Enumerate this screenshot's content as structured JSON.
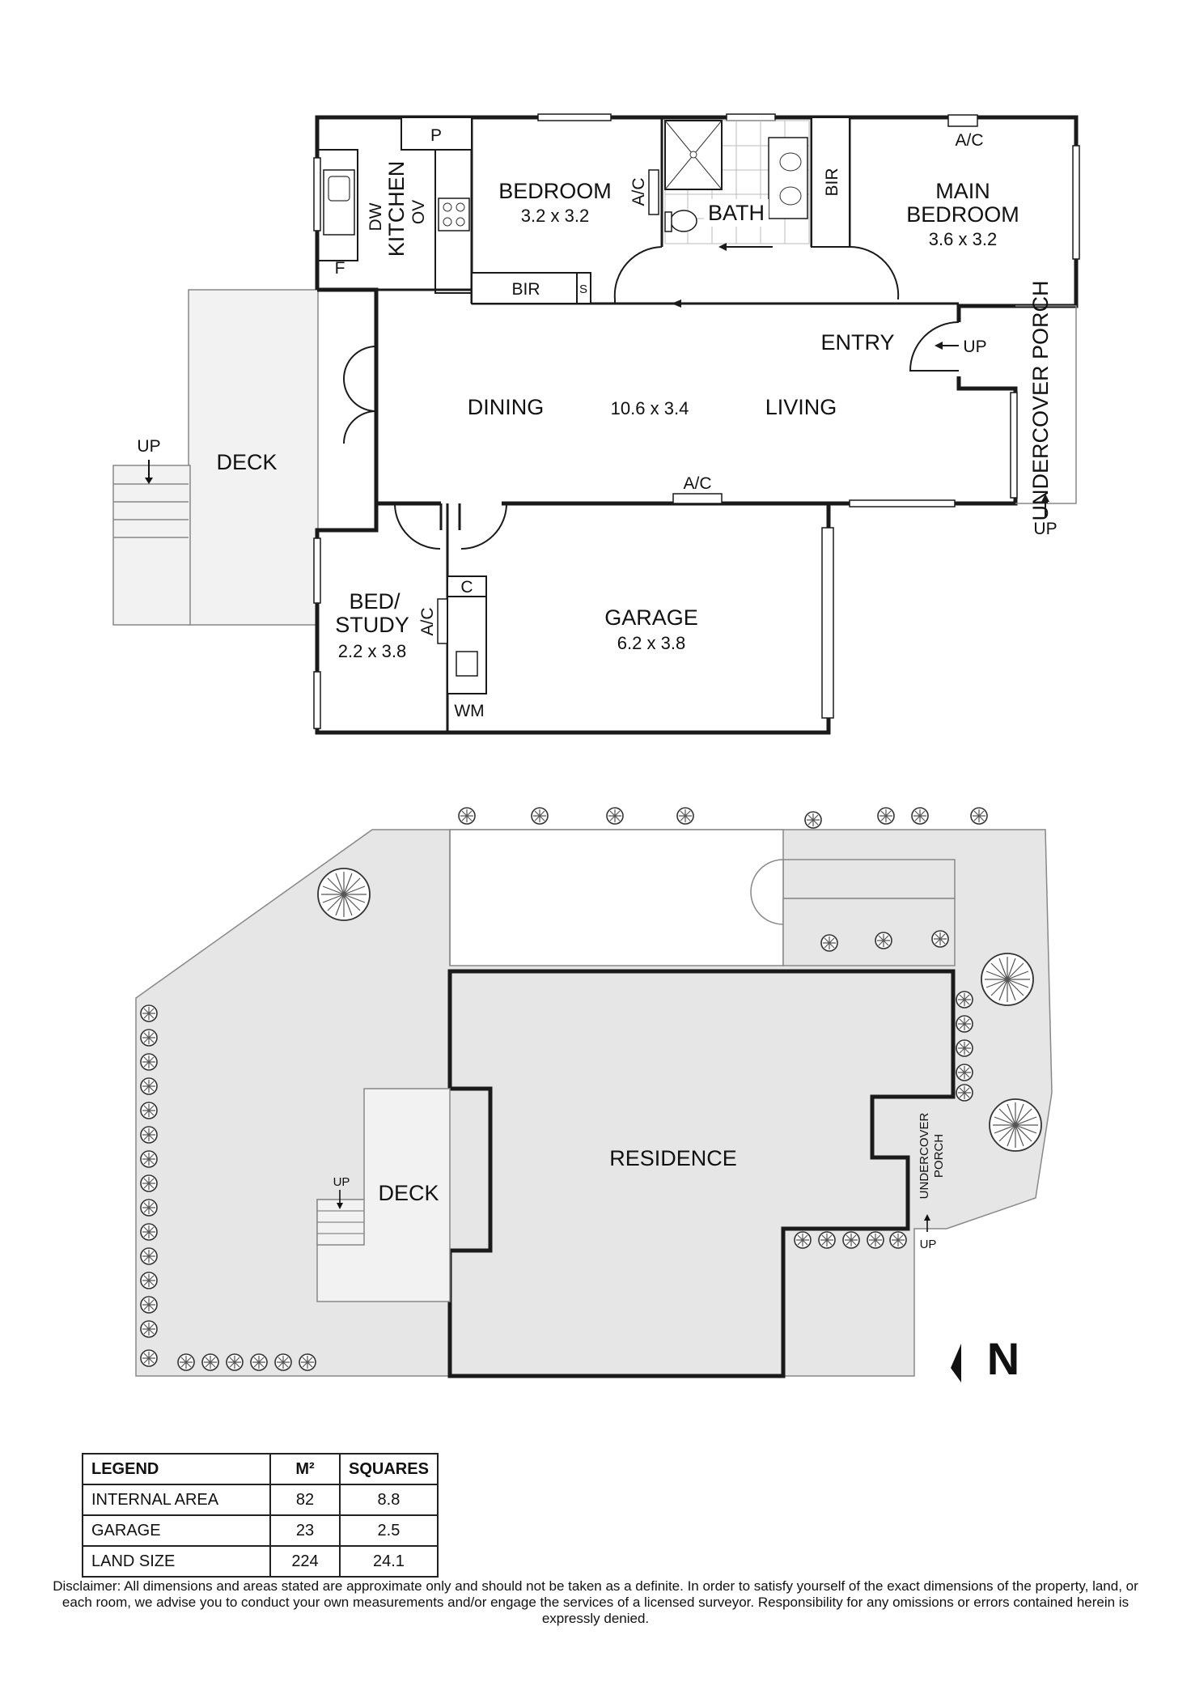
{
  "floorplan": {
    "rooms": {
      "bedroom": {
        "name": "BEDROOM",
        "size": "3.2 x 3.2"
      },
      "main_bedroom": {
        "name_line1": "MAIN",
        "name_line2": "BEDROOM",
        "size": "3.6 x 3.2"
      },
      "bath": {
        "name": "BATH"
      },
      "kitchen": {
        "name": "KITCHEN"
      },
      "dining": {
        "name": "DINING"
      },
      "living": {
        "name": "LIVING"
      },
      "dining_living_size": "10.6 x 3.4",
      "entry": {
        "name": "ENTRY"
      },
      "undercover_porch": {
        "name": "UNDERCOVER PORCH"
      },
      "deck": {
        "name": "DECK"
      },
      "bed_study": {
        "name_line1": "BED/",
        "name_line2": "STUDY",
        "size": "2.2 x 3.8"
      },
      "garage": {
        "name": "GARAGE",
        "size": "6.2 x 3.8"
      }
    },
    "fixtures": {
      "pantry": "P",
      "dishwasher": "DW",
      "oven": "OV",
      "fridge": "F",
      "ac": "A/C",
      "bir": "BIR",
      "shelf": "S",
      "cupboard": "C",
      "washing_machine": "WM",
      "up": "UP"
    }
  },
  "siteplan": {
    "residence": "RESIDENCE",
    "deck": "DECK",
    "undercover_line1": "UNDERCOVER",
    "undercover_line2": "PORCH",
    "up": "UP",
    "north": "N"
  },
  "legend": {
    "headers": [
      "LEGEND",
      "M²",
      "SQUARES"
    ],
    "rows": [
      {
        "label": "INTERNAL AREA",
        "m2": "82",
        "squares": "8.8"
      },
      {
        "label": "GARAGE",
        "m2": "23",
        "squares": "2.5"
      },
      {
        "label": "LAND SIZE",
        "m2": "224",
        "squares": "24.1"
      }
    ]
  },
  "disclaimer": "Disclaimer: All dimensions and areas stated are approximate only and should not be taken as a definite. In order to satisfy yourself of the exact dimensions of the property, land, or each room, we advise you to conduct your own measurements and/or engage the services of a licensed surveyor. Responsibility for any omissions or errors contained herein is expressly denied.",
  "colors": {
    "wall": "#1a1a1a",
    "site_fill": "#e6e6e6",
    "deck_fill": "#f2f2f2",
    "tree": "#444444"
  }
}
